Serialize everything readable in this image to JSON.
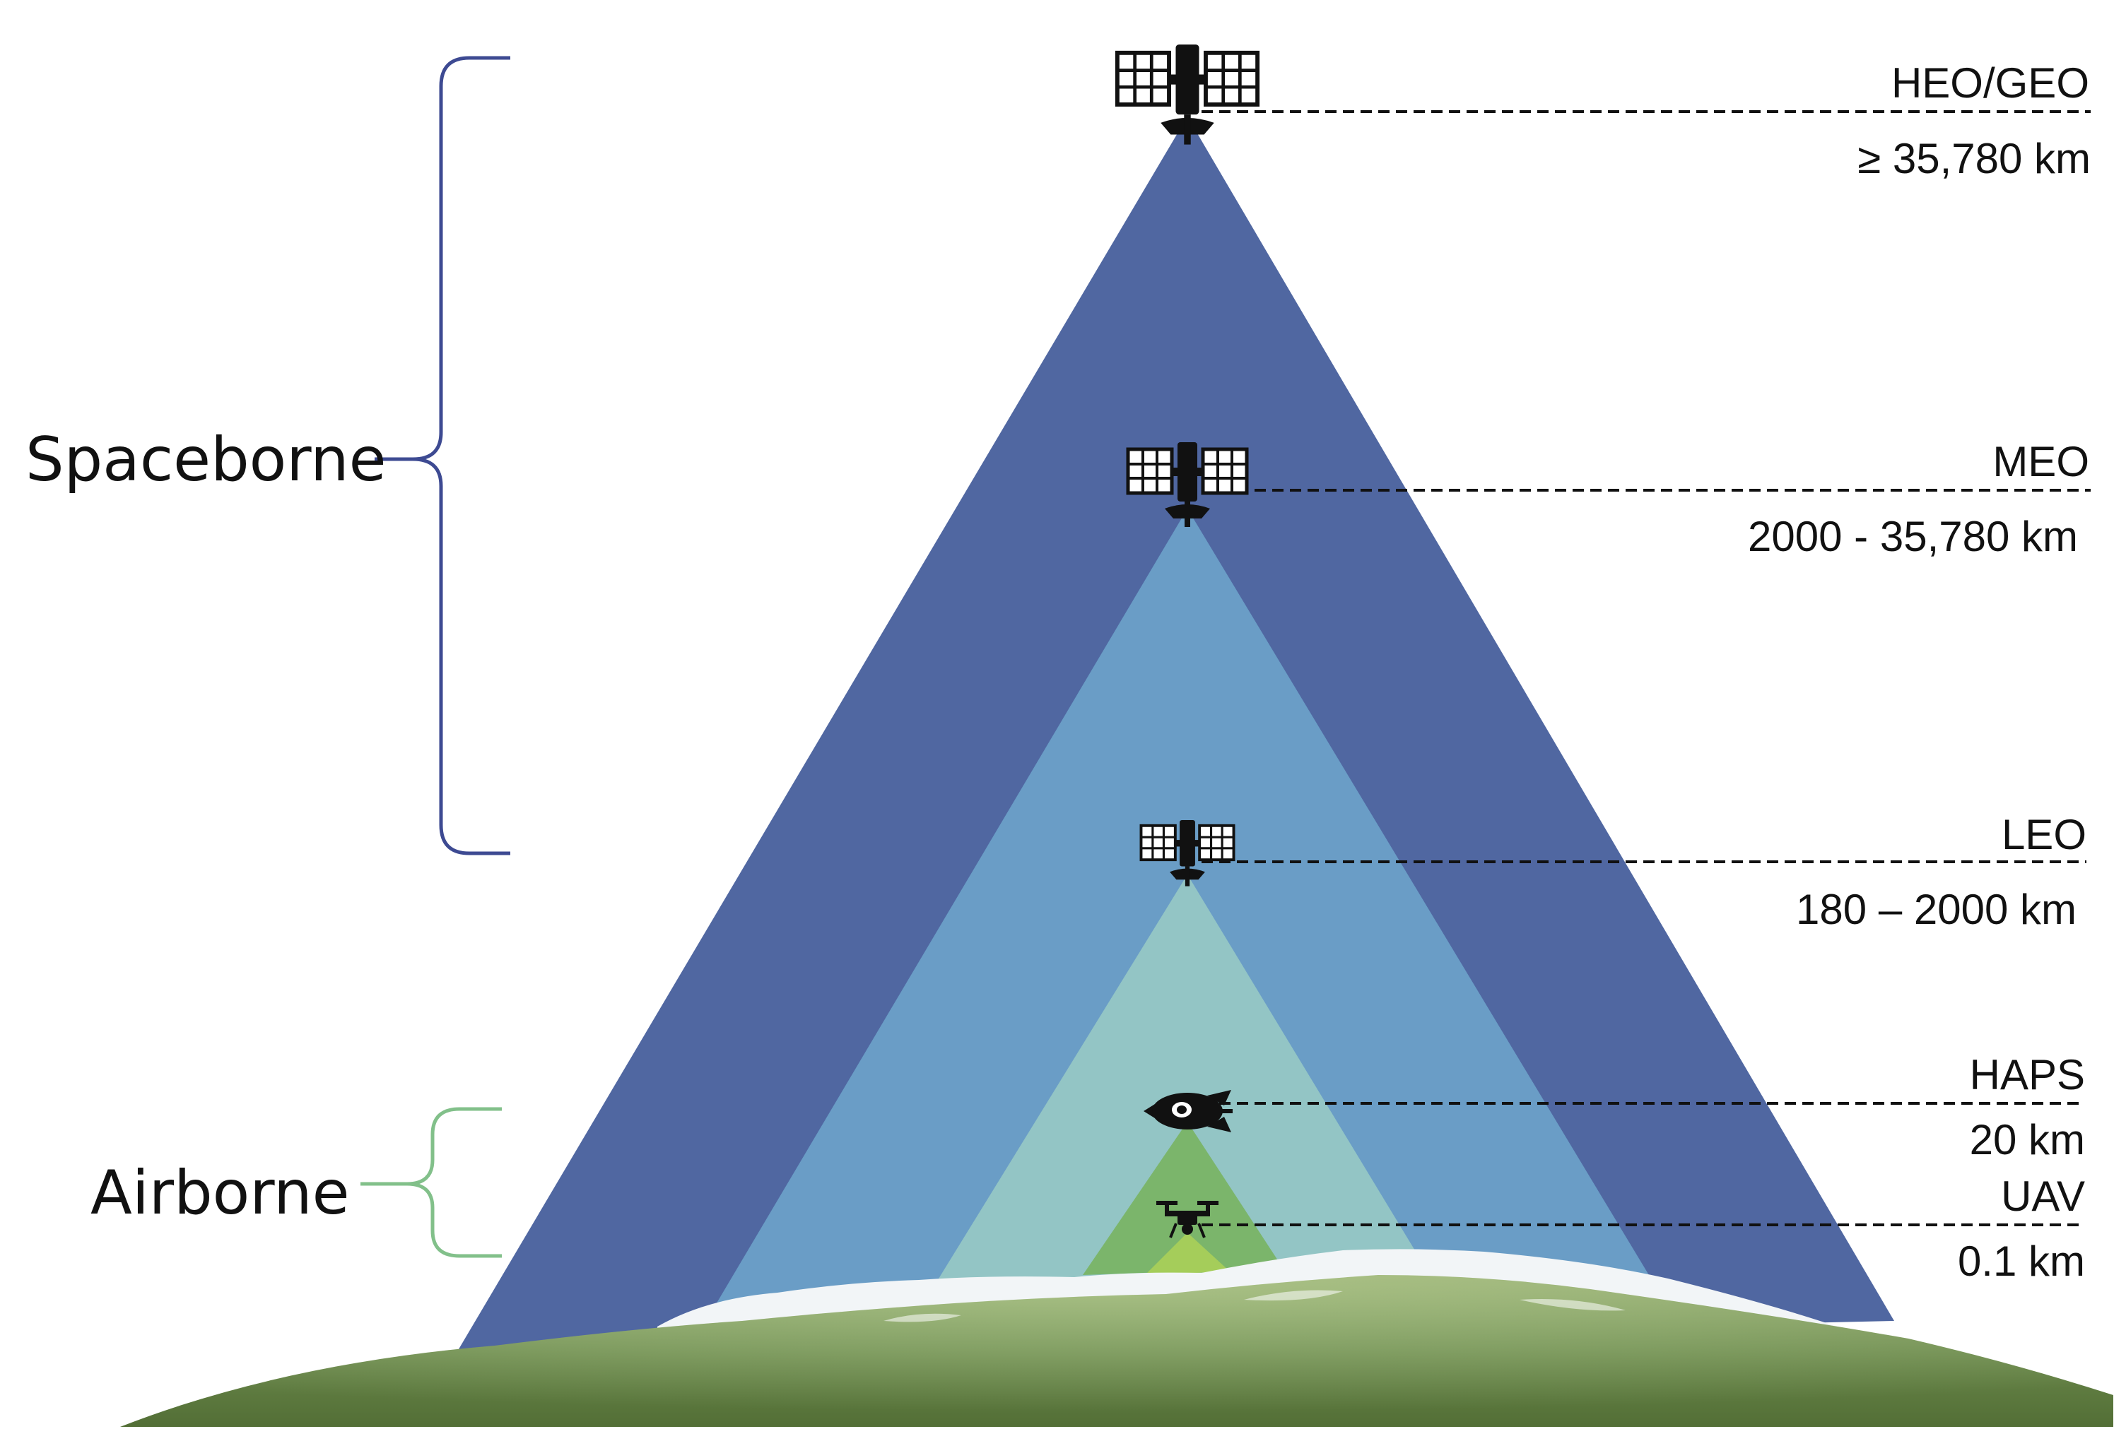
{
  "groups": {
    "spaceborne": "Spaceborne",
    "airborne": "Airborne"
  },
  "platforms": [
    {
      "id": "heo-geo",
      "name": "HEO/GEO",
      "altitude": "≥ 35,780 km"
    },
    {
      "id": "meo",
      "name": "MEO",
      "altitude": "2000 - 35,780 km"
    },
    {
      "id": "leo",
      "name": "LEO",
      "altitude": "180 – 2000 km"
    },
    {
      "id": "haps",
      "name": "HAPS",
      "altitude": "20 km"
    },
    {
      "id": "uav",
      "name": "UAV",
      "altitude": "0.1 km"
    }
  ],
  "colors": {
    "heo_geo_cone": "#5067a1",
    "meo_cone": "#6a9dc6",
    "leo_cone": "#93c5c5",
    "haps_cone": "#7bb56b",
    "uav_cone": "#a5cd5a",
    "spaceborne_brace": "#3d4a92",
    "airborne_brace": "#82c08a",
    "earth_green": "#7ea05a",
    "snow": "#f2f5f7"
  },
  "icons": {
    "heo-geo": "satellite-icon",
    "meo": "satellite-icon",
    "leo": "satellite-icon",
    "haps": "airship-icon",
    "uav": "drone-icon"
  }
}
